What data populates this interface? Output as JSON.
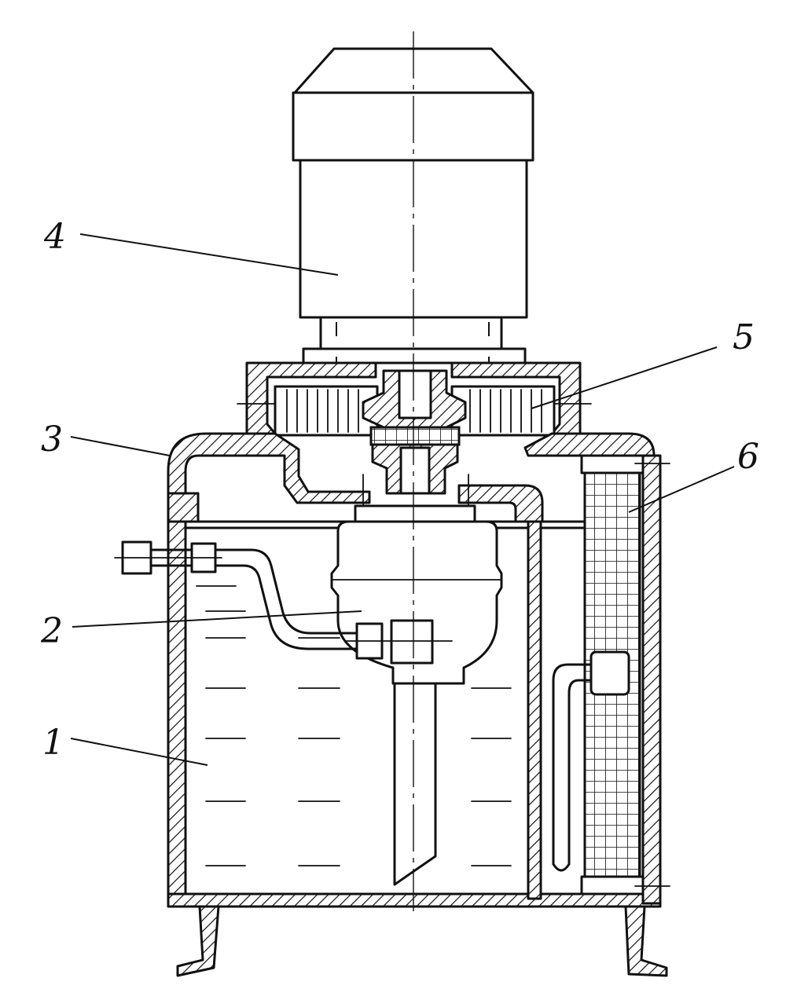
{
  "diagram": {
    "callouts": [
      {
        "id": "tank",
        "label": "1"
      },
      {
        "id": "pump",
        "label": "2"
      },
      {
        "id": "cover",
        "label": "3"
      },
      {
        "id": "motor",
        "label": "4"
      },
      {
        "id": "coupling",
        "label": "5"
      },
      {
        "id": "filter",
        "label": "6"
      }
    ],
    "colors": {
      "ink": "#111111",
      "paper": "#ffffff"
    }
  }
}
